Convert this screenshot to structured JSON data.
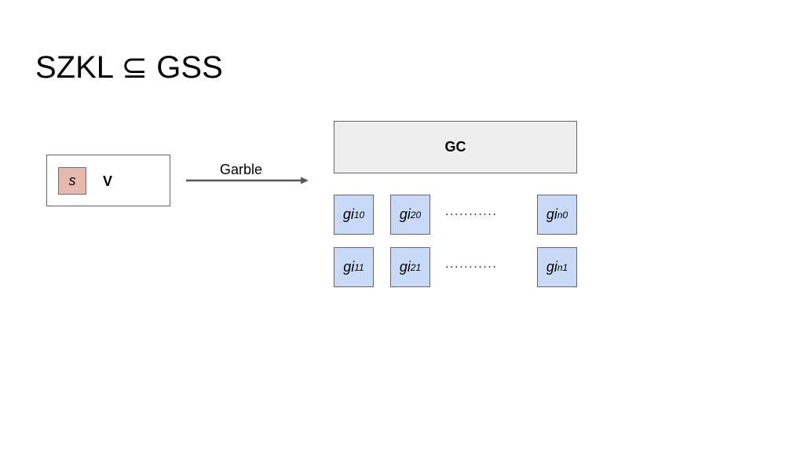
{
  "slide": {
    "title": "SZKL ⊆ GSS"
  },
  "left_box": {
    "s_label": "s",
    "v_label": "V"
  },
  "arrow": {
    "label": "Garble",
    "color": "#595959"
  },
  "gc_box": {
    "label": "GC"
  },
  "cells": {
    "row0": [
      {
        "base": "gi",
        "sub": "10"
      },
      {
        "base": "gi",
        "sub": "20"
      },
      {
        "base": "gi",
        "sub": "n0"
      }
    ],
    "row1": [
      {
        "base": "gi",
        "sub": "11"
      },
      {
        "base": "gi",
        "sub": "21"
      },
      {
        "base": "gi",
        "sub": "n1"
      }
    ]
  },
  "ellipsis": {
    "row0": "...........",
    "row1": "..........."
  },
  "colors": {
    "s_fill": "#e6b8af",
    "cell_fill": "#c9daf8",
    "gc_fill": "#eeeeee"
  }
}
